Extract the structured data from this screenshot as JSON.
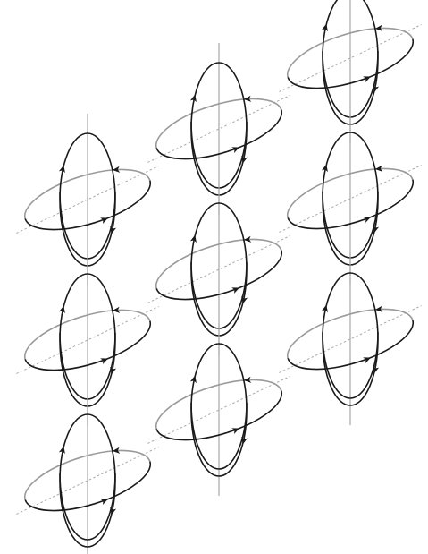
{
  "diagram": {
    "kind": "lattice-of-rotation-cells",
    "lattice": {
      "columns": 3,
      "rows": 3
    },
    "cell_symbol": {
      "components": [
        "vertical-axis",
        "oblique-axis",
        "vertical-loop",
        "horizontal-loop"
      ],
      "arrows_per_cell": 4,
      "arrow-icon": "arrowhead-icon"
    },
    "colors": {
      "background": "#ffffff",
      "loop_stroke": "#1a1a1a",
      "loop_back_stroke": "#9a9a9a",
      "axis_stroke": "#a8a8a8",
      "arrow_fill": "#1a1a1a"
    }
  }
}
